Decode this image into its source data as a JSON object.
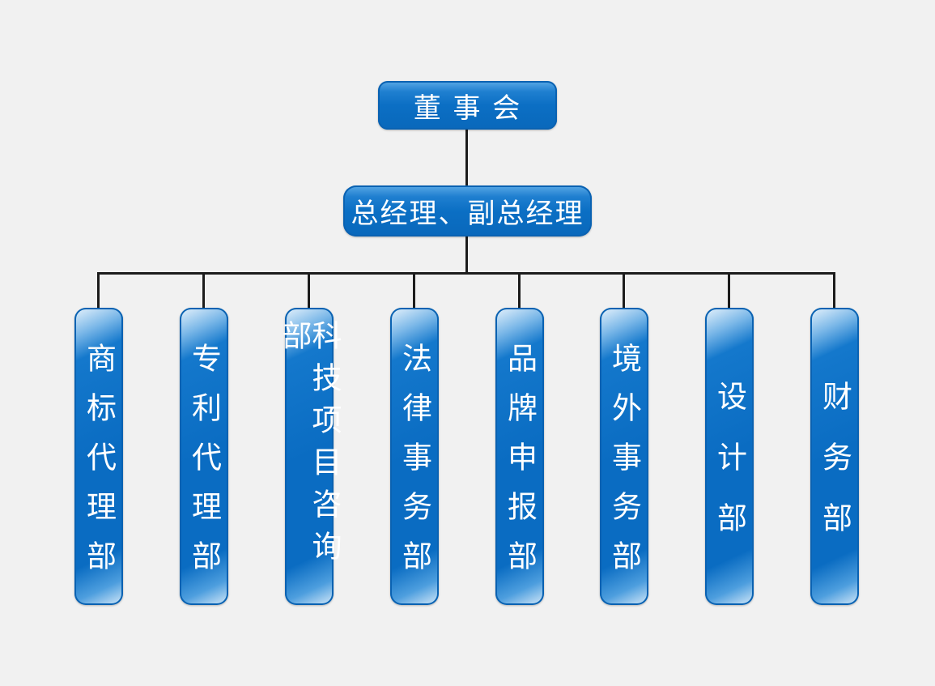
{
  "board": "董 事 会",
  "management": "总经理、副总经理",
  "departments": [
    {
      "name": "商标代理部"
    },
    {
      "name": "专利代理部"
    },
    {
      "name": "科技项目咨询部"
    },
    {
      "name": "法律事务部"
    },
    {
      "name": "品牌申报部"
    },
    {
      "name": "境外事务部"
    },
    {
      "name": "设计部"
    },
    {
      "name": "财务部"
    }
  ],
  "colors": {
    "box": "#0a6cc2",
    "line": "#1c1c1c",
    "background": "#f1f1f1"
  }
}
